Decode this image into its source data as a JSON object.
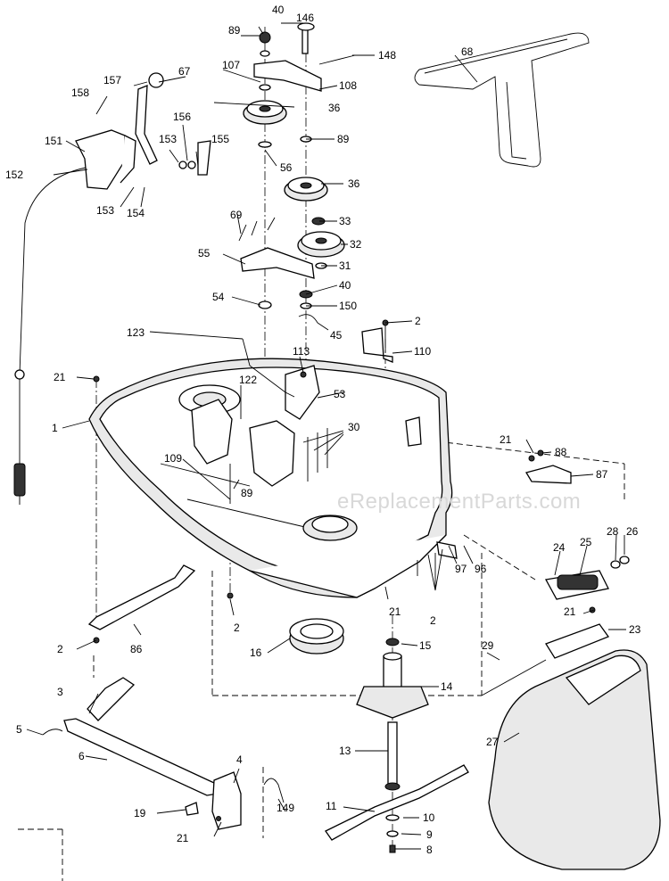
{
  "watermark": "eReplacementParts.com",
  "callouts": [
    {
      "id": "c40a",
      "text": "40"
    },
    {
      "id": "c146",
      "text": "146"
    },
    {
      "id": "c89a",
      "text": "89"
    },
    {
      "id": "c148",
      "text": "148"
    },
    {
      "id": "c68",
      "text": "68"
    },
    {
      "id": "c107",
      "text": "107"
    },
    {
      "id": "c108",
      "text": "108"
    },
    {
      "id": "c67",
      "text": "67"
    },
    {
      "id": "c157",
      "text": "157"
    },
    {
      "id": "c158",
      "text": "158"
    },
    {
      "id": "c36a",
      "text": "36"
    },
    {
      "id": "c156",
      "text": "156"
    },
    {
      "id": "c153a",
      "text": "153"
    },
    {
      "id": "c155",
      "text": "155"
    },
    {
      "id": "c151",
      "text": "151"
    },
    {
      "id": "c89b",
      "text": "89"
    },
    {
      "id": "c56",
      "text": "56"
    },
    {
      "id": "c152",
      "text": "152"
    },
    {
      "id": "c153b",
      "text": "153"
    },
    {
      "id": "c154",
      "text": "154"
    },
    {
      "id": "c36b",
      "text": "36"
    },
    {
      "id": "c69",
      "text": "69"
    },
    {
      "id": "c33",
      "text": "33"
    },
    {
      "id": "c32",
      "text": "32"
    },
    {
      "id": "c55",
      "text": "55"
    },
    {
      "id": "c31",
      "text": "31"
    },
    {
      "id": "c40b",
      "text": "40"
    },
    {
      "id": "c54",
      "text": "54"
    },
    {
      "id": "c150",
      "text": "150"
    },
    {
      "id": "c2a",
      "text": "2"
    },
    {
      "id": "c45",
      "text": "45"
    },
    {
      "id": "c123",
      "text": "123"
    },
    {
      "id": "c110",
      "text": "110"
    },
    {
      "id": "c113",
      "text": "113"
    },
    {
      "id": "c21a",
      "text": "21"
    },
    {
      "id": "c122",
      "text": "122"
    },
    {
      "id": "c53",
      "text": "53"
    },
    {
      "id": "c1",
      "text": "1"
    },
    {
      "id": "c30",
      "text": "30"
    },
    {
      "id": "c21b",
      "text": "21"
    },
    {
      "id": "c88",
      "text": "88"
    },
    {
      "id": "c109",
      "text": "109"
    },
    {
      "id": "c87",
      "text": "87"
    },
    {
      "id": "c89c",
      "text": "89"
    },
    {
      "id": "c28",
      "text": "28"
    },
    {
      "id": "c26",
      "text": "26"
    },
    {
      "id": "c24",
      "text": "24"
    },
    {
      "id": "c25",
      "text": "25"
    },
    {
      "id": "c97",
      "text": "97"
    },
    {
      "id": "c96",
      "text": "96"
    },
    {
      "id": "c21c",
      "text": "21"
    },
    {
      "id": "c2b",
      "text": "2"
    },
    {
      "id": "c21d",
      "text": "21"
    },
    {
      "id": "c2c",
      "text": "2"
    },
    {
      "id": "c23",
      "text": "23"
    },
    {
      "id": "c2d",
      "text": "2"
    },
    {
      "id": "c86",
      "text": "86"
    },
    {
      "id": "c16",
      "text": "16"
    },
    {
      "id": "c15",
      "text": "15"
    },
    {
      "id": "c29",
      "text": "29"
    },
    {
      "id": "c3",
      "text": "3"
    },
    {
      "id": "c14",
      "text": "14"
    },
    {
      "id": "c5",
      "text": "5"
    },
    {
      "id": "c6",
      "text": "6"
    },
    {
      "id": "c13",
      "text": "13"
    },
    {
      "id": "c27",
      "text": "27"
    },
    {
      "id": "c4",
      "text": "4"
    },
    {
      "id": "c149",
      "text": "149"
    },
    {
      "id": "c19",
      "text": "19"
    },
    {
      "id": "c11",
      "text": "11"
    },
    {
      "id": "c10",
      "text": "10"
    },
    {
      "id": "c21e",
      "text": "21"
    },
    {
      "id": "c9",
      "text": "9"
    },
    {
      "id": "c8",
      "text": "8"
    }
  ]
}
